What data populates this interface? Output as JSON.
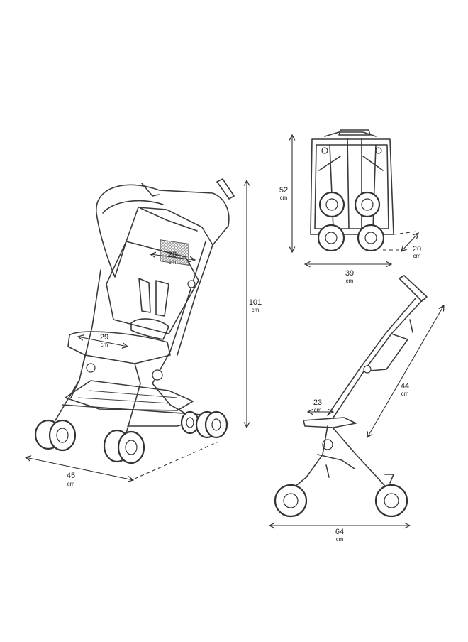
{
  "dimensions": {
    "open_width": {
      "value": "45",
      "unit": "cm"
    },
    "open_height": {
      "value": "101",
      "unit": "cm"
    },
    "backrest_width": {
      "value": "28",
      "unit": "cm"
    },
    "seat_width": {
      "value": "29",
      "unit": "cm"
    },
    "folded_height": {
      "value": "52",
      "unit": "cm"
    },
    "folded_width": {
      "value": "39",
      "unit": "cm"
    },
    "folded_depth": {
      "value": "20",
      "unit": "cm"
    },
    "seat_depth": {
      "value": "23",
      "unit": "cm"
    },
    "backrest_height": {
      "value": "44",
      "unit": "cm"
    },
    "open_length": {
      "value": "64",
      "unit": "cm"
    }
  }
}
